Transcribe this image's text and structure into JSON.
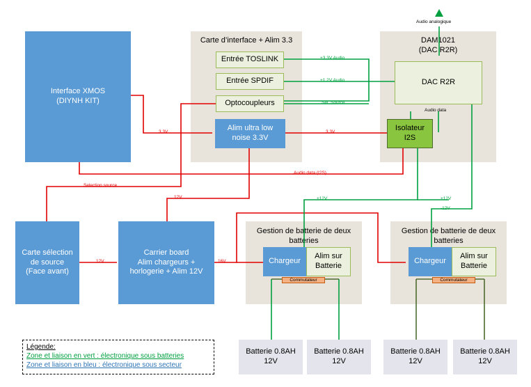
{
  "blocks": {
    "xmos": "Interface XMOS\n(DIYNH KIT)",
    "interface_zone_title": "Carte d’interface + Alim 3.3",
    "toslink": "Entrée TOSLINK",
    "spdif": "Entrée SPDIF",
    "optocoupleurs": "Optocoupleurs",
    "alim_ulnoise": "Alim ultra low\nnoise 3.3V",
    "dam_zone_title": "DAM1021\n(DAC R2R)",
    "dac_r2r": "DAC R2R",
    "isolateur": "Isolateur\nI2S",
    "carte_selection": "Carte sélection\nde source\n(Face avant)",
    "carrier_board": "Carrier board\nAlim chargeurs +\nhorlogerie + Alim 12V",
    "batt_zone_title": "Gestion de batterie de deux\nbatteries",
    "chargeur": "Chargeur",
    "alim_batterie": "Alim sur\nBatterie",
    "commutateur": "Commutateur",
    "batterie": "Batterie 0.8AH\n12V"
  },
  "labels": {
    "audio_analogique": "Audio analogique",
    "plus33v_audio": "+3.3V  Audio",
    "plus12v_audio": "+1.2V  Audio",
    "sel_source": "Sel. Source",
    "audio_data": "Audio data",
    "v33_left": "3.3V",
    "v33_right": "3.3V",
    "audio_data_i2s": "Audio data (I2S)",
    "selection_source": "Selection source",
    "v12_carrier": "12V",
    "v12_sel": "12V",
    "v16": "16V",
    "plus12v_a": "+12V",
    "plus12v_b": "+12V",
    "minus12v": "-12V"
  },
  "legend": {
    "title": "Légende:",
    "green_line": "Zone et liaison en vert : électronique sous batteries",
    "blue_line": "Zone et liaison en bleu : électronique sous secteur"
  },
  "colors": {
    "red_wire": "#e00000",
    "green_wire": "#00a040",
    "blue_block": "#5b9bd5",
    "zone_bg": "#e8e4db",
    "isolator": "#8ac53f"
  }
}
